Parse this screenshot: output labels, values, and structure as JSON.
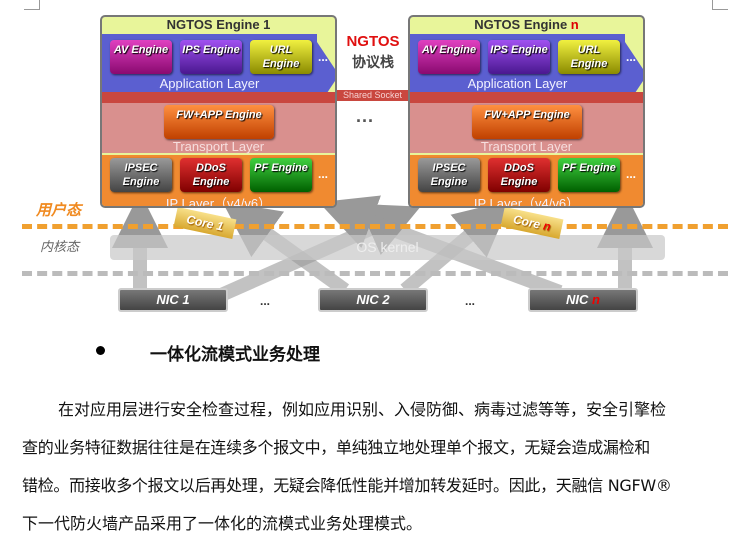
{
  "diagram": {
    "engine1_title": "NGTOS Engine 1",
    "enginen_title": "NGTOS Engine ",
    "enginen_suffix": "n",
    "app_engines": [
      "AV Engine",
      "IPS Engine",
      "URL Engine"
    ],
    "app_layer": "Application Layer",
    "shared_socket": "Shared Socket",
    "transport_engine": "FW+APP Engine",
    "transport_layer": "Transport Layer",
    "ip_engines": [
      "IPSEC Engine",
      "DDoS Engine",
      "PF Engine"
    ],
    "ip_layer": "IP Layer（v4/v6）",
    "ellipsis": "...",
    "ngtos": "NGTOS",
    "stack": "协议栈",
    "user_mode": "用户态",
    "kernel_mode": "内核态",
    "os_kernel": "OS kernel",
    "core1": "Core 1",
    "coren": "Core ",
    "nics": [
      "NIC 1",
      "NIC 2",
      "NIC "
    ],
    "n": "n",
    "colors": {
      "app": "#5b5fd0",
      "socket": "#c9473f",
      "transport": "#d9908e",
      "ip": "#f08a30",
      "title": "#e8f59a",
      "user_line": "#f0a030",
      "kernel_line": "#bbbbbb"
    }
  },
  "section": {
    "heading": "一体化流模式业务处理",
    "lines": [
      "在对应用层进行安全检查过程，例如应用识别、入侵防御、病毒过滤等等，安全引擎检",
      "查的业务特征数据往往是在连续多个报文中，单纯独立地处理单个报文，无疑会造成漏检和",
      "错检。而接收多个报文以后再处理，无疑会降低性能并增加转发延时。因此，天融信 NGFW®",
      "下一代防火墙产品采用了一体化的流模式业务处理模式。"
    ]
  }
}
